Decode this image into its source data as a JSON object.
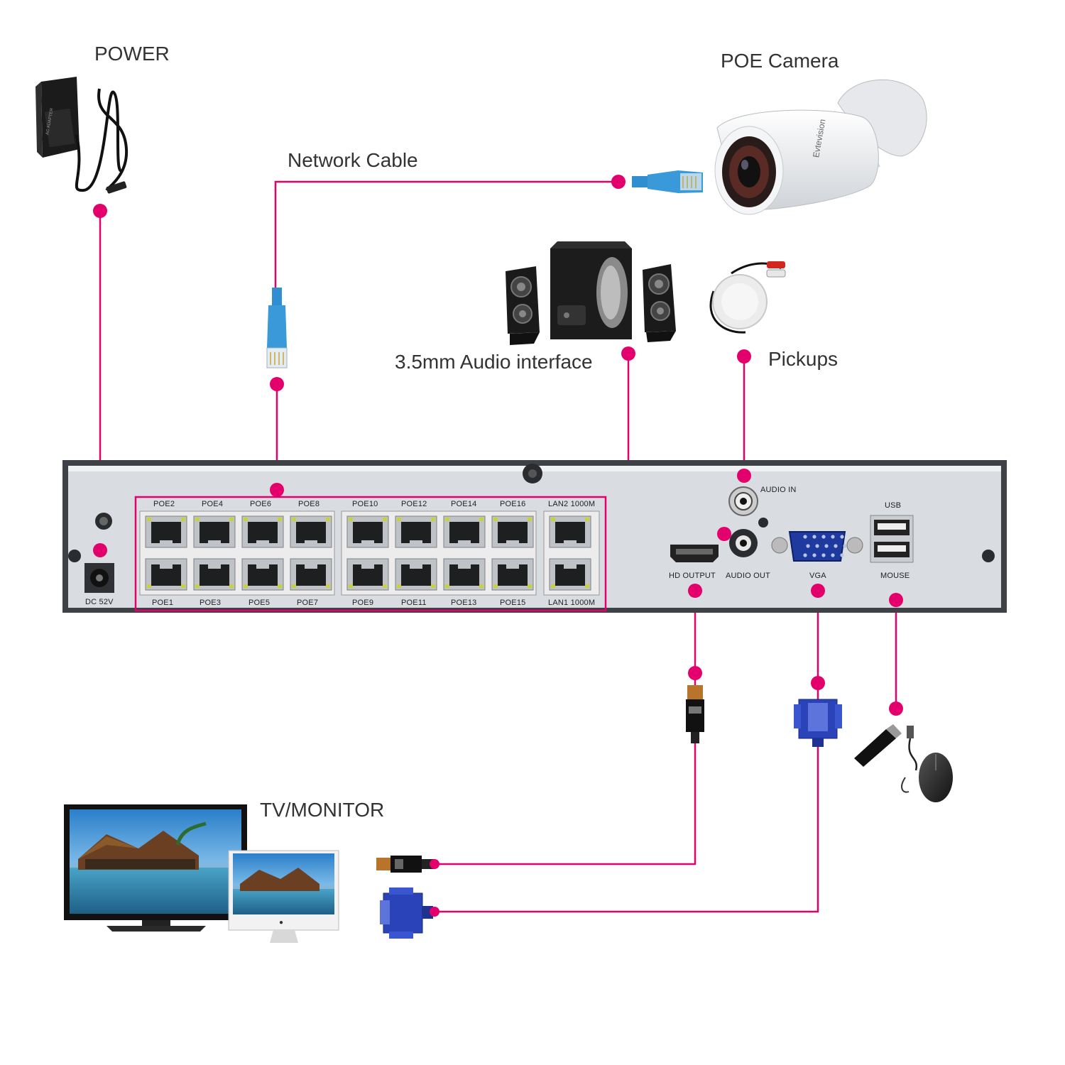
{
  "labels": {
    "power": "POWER",
    "poe_camera": "POE Camera",
    "network_cable": "Network Cable",
    "audio_interface": "3.5mm Audio interface",
    "pickups": "Pickups",
    "tv_monitor": "TV/MONITOR"
  },
  "nvr": {
    "ports_top": [
      "POE2",
      "POE4",
      "POE6",
      "POE8",
      "POE10",
      "POE12",
      "POE14",
      "POE16",
      "LAN2 1000M"
    ],
    "ports_bottom": [
      "POE1",
      "POE3",
      "POE5",
      "POE7",
      "POE9",
      "POE11",
      "POE13",
      "POE15",
      "LAN1 1000M"
    ],
    "dc": "DC 52V",
    "audio_in": "AUDIO IN",
    "audio_out": "AUDIO OUT",
    "hd_output": "HD OUTPUT",
    "vga": "VGA",
    "usb": "USB",
    "mouse": "MOUSE"
  },
  "camera_brand": "Evtevision",
  "adapter_text": "AC ADAPTER",
  "colors": {
    "connector": "#e4006c",
    "nvr_body": "#4a4d52",
    "nvr_panel": "#dcdfe3",
    "port_highlight": "#e4006c",
    "rj45_blue": "#3a9ad9",
    "vga_blue": "#2b43b8"
  }
}
